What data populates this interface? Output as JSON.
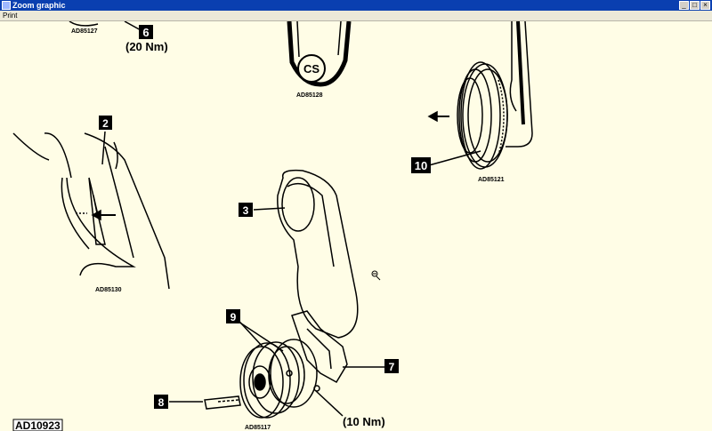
{
  "window": {
    "title": "Zoom graphic",
    "menu": [
      "Print"
    ],
    "buttons": [
      "_",
      "□",
      "×"
    ]
  },
  "callouts": {
    "c2": "2",
    "c3": "3",
    "c6": "6",
    "c7": "7",
    "c8": "8",
    "c9": "9",
    "c10": "10",
    "cs": "CS"
  },
  "torques": {
    "t20": "(20 Nm)",
    "t10": "(10 Nm)"
  },
  "refs": {
    "ad85127": "AD85127",
    "ad85128": "AD85128",
    "ad85121": "AD85121",
    "ad85130": "AD85130",
    "ad85117": "AD85117",
    "ad10923": "AD10923"
  },
  "colors": {
    "canvas": "#fffde6",
    "titlebar": "#0a3fb0",
    "ink": "#000000"
  }
}
